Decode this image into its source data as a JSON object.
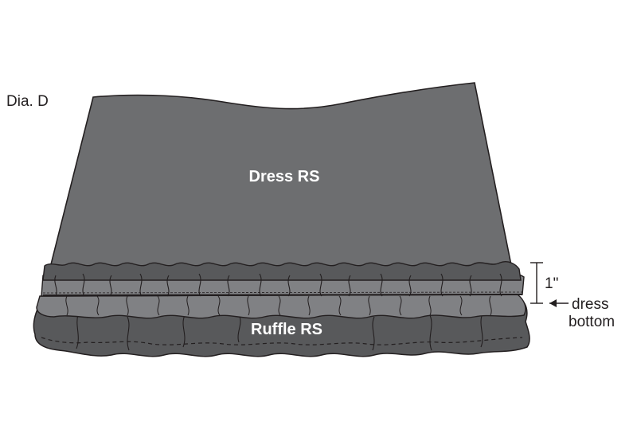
{
  "diagram": {
    "id_label": "Dia. D",
    "dress_label": "Dress RS",
    "ruffle_label": "Ruffle RS",
    "measure_label": "1\"",
    "edge_label_line1": "dress",
    "edge_label_line2": "bottom"
  },
  "colors": {
    "dress_fill": "#6d6e70",
    "ruffle_dark": "#58595b",
    "ruffle_light": "#808184",
    "outline": "#231f20",
    "label_text": "#ffffff"
  }
}
